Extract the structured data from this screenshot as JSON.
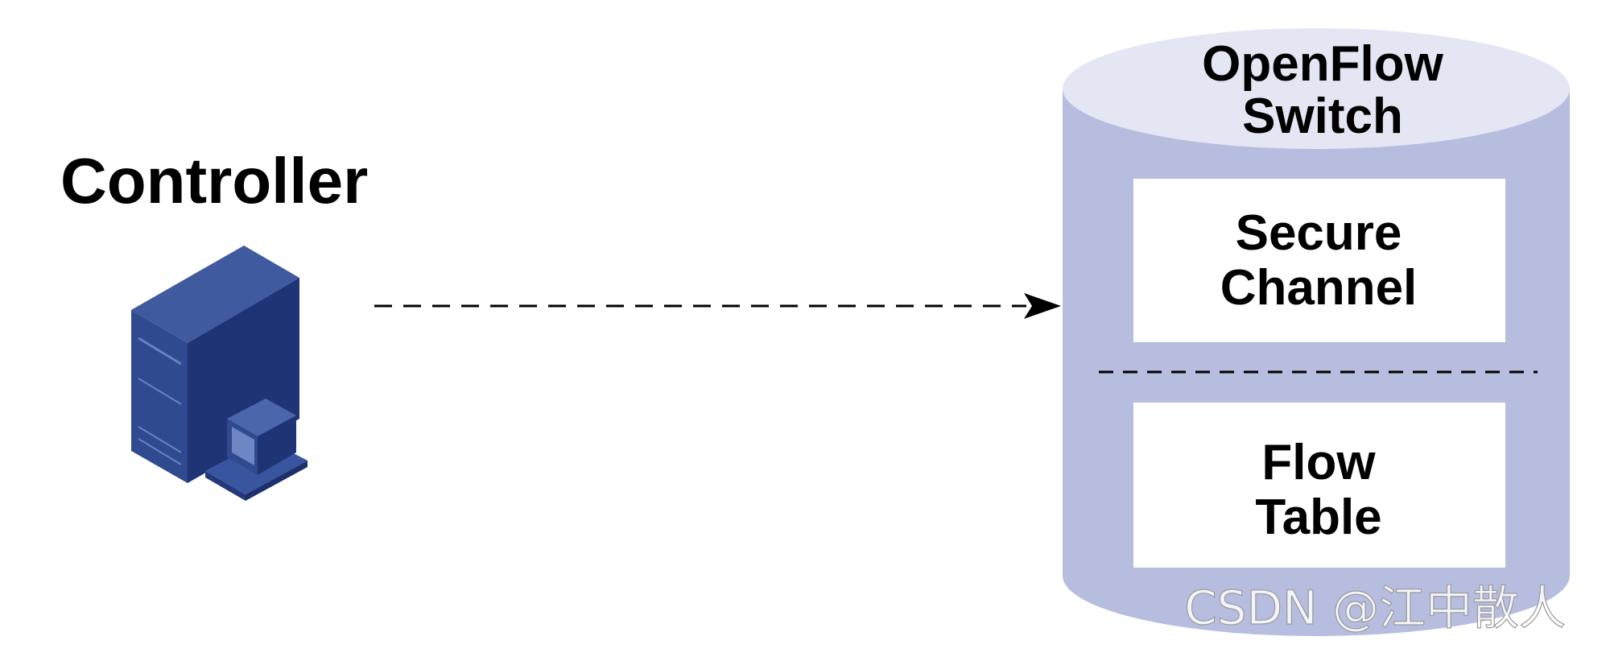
{
  "controller": {
    "title": "Controller",
    "icon": "server-computer-icon",
    "color": "#2c4486"
  },
  "connection": {
    "style": "dashed",
    "direction": "controller-to-switch"
  },
  "switch": {
    "title_line1": "OpenFlow",
    "title_line2": "Switch",
    "body_color": "#b7bddf",
    "top_color": "#e4e7f3",
    "components": [
      {
        "line1": "Secure",
        "line2": "Channel"
      },
      {
        "line1": "Flow",
        "line2": "Table"
      }
    ]
  },
  "watermark": "CSDN @江中散人"
}
